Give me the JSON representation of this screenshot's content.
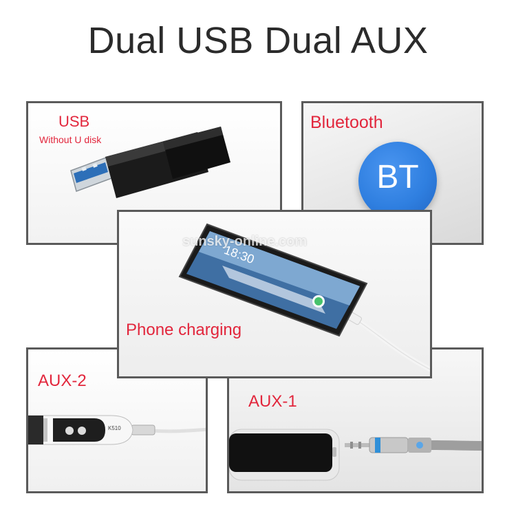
{
  "title": "Dual USB Dual AUX",
  "panels": {
    "usb": {
      "label": "USB",
      "sublabel": "Without U disk"
    },
    "bluetooth": {
      "label": "Bluetooth",
      "badge": "BT"
    },
    "phone": {
      "label": "Phone charging",
      "clock": "18:30"
    },
    "aux2": {
      "label": "AUX-2",
      "device_text": "K510"
    },
    "aux1": {
      "label": "AUX-1"
    }
  },
  "watermark": "sunsky-online.com",
  "colors": {
    "label_red": "#e2263c",
    "bt_blue": "#2f7fe0",
    "frame_gray": "#5a5a5a"
  }
}
